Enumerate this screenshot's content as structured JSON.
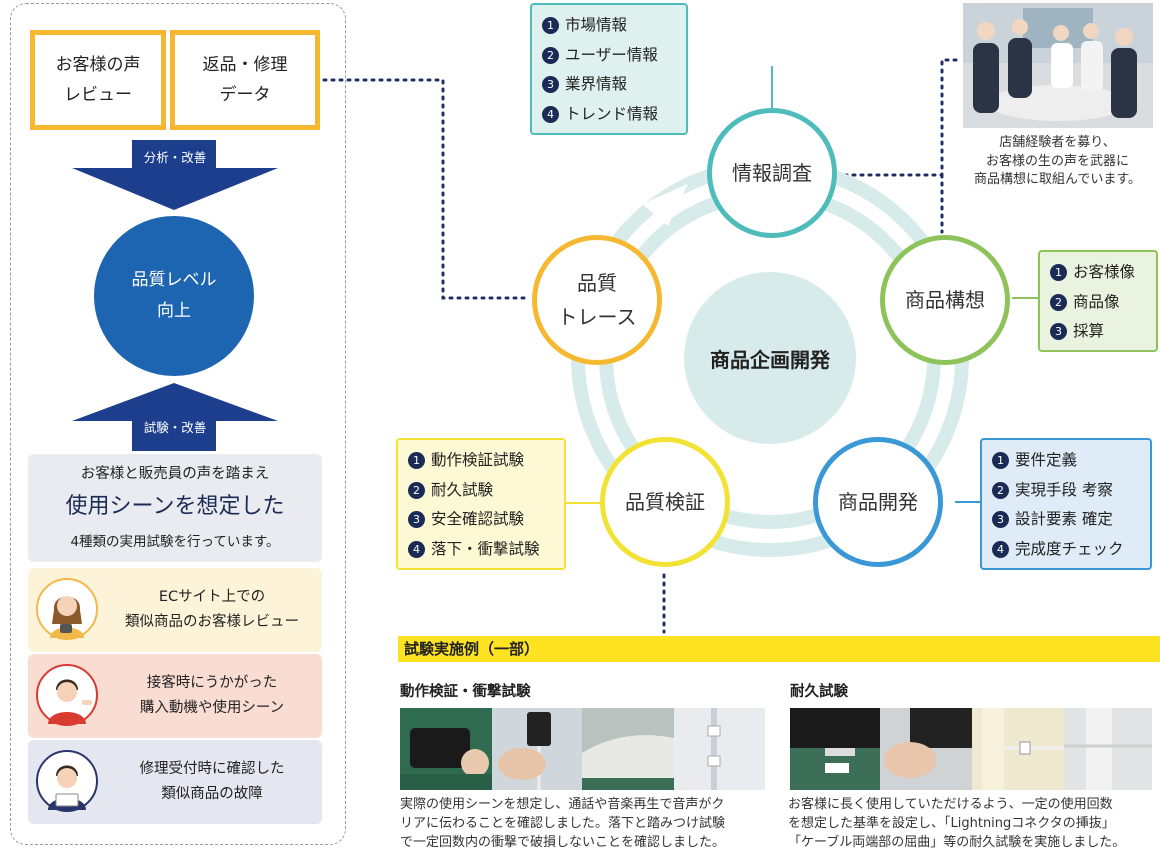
{
  "left": {
    "voice_label": "お客様の声\nレビュー",
    "repair_label": "返品・修理\nデータ",
    "arrow_down_label": "分析・改善",
    "quality_circle": "品質レベル\n向上",
    "arrow_up_label": "試験・改善",
    "scene_line1": "お客様と販売員の声を踏まえ",
    "scene_line2": "使用シーンを想定した",
    "scene_line3": "4種類の実用試験を行っています。",
    "cards": [
      {
        "text": "ECサイト上での\n類似商品のお客様レビュー",
        "bg": "#fdf3d8",
        "border": "#f2b84a"
      },
      {
        "text": "接客時にうかがった\n購入動機や使用シーン",
        "bg": "#f9ddd3",
        "border": "#d83b30"
      },
      {
        "text": "修理受付時に確認した\n類似商品の故障",
        "bg": "#e4e6f0",
        "border": "#28356b"
      }
    ]
  },
  "center_label": "商品企画開発",
  "nodes": {
    "survey": "情報調査",
    "concept": "商品構想",
    "development": "商品開発",
    "verification": "品質検証",
    "trace": "品質\nトレース"
  },
  "survey_box": [
    "市場情報",
    "ユーザー情報",
    "業界情報",
    "トレンド情報"
  ],
  "concept_box": [
    "お客様像",
    "商品像",
    "採算"
  ],
  "development_box": [
    "要件定義",
    "実現手段 考察",
    "設計要素 確定",
    "完成度チェック"
  ],
  "verification_box": [
    "動作検証試験",
    "耐久試験",
    "安全確認試験",
    "落下・衝撃試験"
  ],
  "item_numbers": [
    "1",
    "2",
    "3",
    "4"
  ],
  "photo_caption": "店舗経験者を募り、\nお客様の生の声を武器に\n商品構想に取組んでいます。",
  "examples": {
    "bar_title": "試験実施例（一部）",
    "left_title": "動作検証・衝撃試験",
    "left_desc": "実際の使用シーンを想定し、通話や音楽再生で音声がク\nリアに伝わることを確認しました。落下と踏みつけ試験\nで一定回数内の衝撃で破損しないことを確認しました。",
    "right_title": "耐久試験",
    "right_desc": "お客様に長く使用していただけるよう、一定の使用回数\nを想定した基準を設定し、「Lightningコネクタの挿抜」\n「ケーブル両端部の屈曲」等の耐久試験を実施しました。"
  },
  "colors": {
    "yellow": "#f5b830",
    "blue": "#1d64b1",
    "survey": "#4fbcbc",
    "concept": "#8ec35b",
    "development": "#3a98d6",
    "verification": "#f2e233",
    "trace": "#f5b830",
    "dots": "#1f2f66"
  }
}
